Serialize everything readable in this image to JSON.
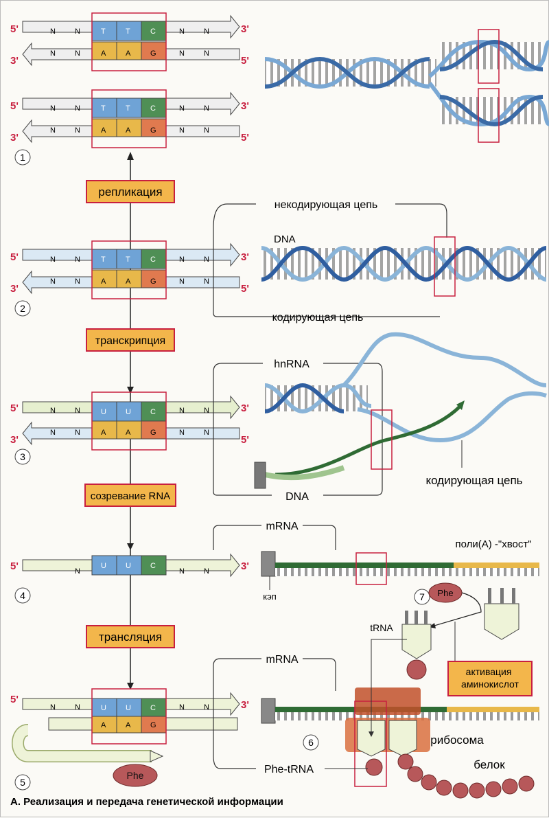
{
  "caption": "А. Реализация и передача генетической информации",
  "strand_ends": {
    "five": "5'",
    "three": "3'"
  },
  "base_placeholder": "N",
  "steps": [
    {
      "number": "1",
      "rows": [
        {
          "top": [
            "T",
            "T",
            "C"
          ],
          "bottom": [
            "A",
            "A",
            "G"
          ]
        },
        {
          "top": [
            "T",
            "T",
            "C"
          ],
          "bottom": [
            "A",
            "A",
            "G"
          ]
        }
      ]
    },
    {
      "number": "2",
      "rows": [
        {
          "top": [
            "T",
            "T",
            "C"
          ],
          "bottom": [
            "A",
            "A",
            "G"
          ]
        }
      ]
    },
    {
      "number": "3",
      "rows": [
        {
          "top": [
            "U",
            "U",
            "C"
          ],
          "bottom": [
            "A",
            "A",
            "G"
          ]
        }
      ]
    },
    {
      "number": "4",
      "rows": [
        {
          "top": [
            "U",
            "U",
            "C"
          ],
          "bottom": []
        }
      ]
    },
    {
      "number": "5",
      "rows": [
        {
          "top": [
            "U",
            "U",
            "C"
          ],
          "bottom": [
            "A",
            "A",
            "G"
          ]
        }
      ]
    }
  ],
  "processes": [
    "репликация",
    "транскрипция",
    "созревание RNA",
    "трансляция"
  ],
  "labels": {
    "noncoding_strand": "некодирующая цепь",
    "coding_strand": "кодирующая цепь",
    "dna": "DNA",
    "hnrna": "hnRNA",
    "dna2": "DNA",
    "coding_strand2": "кодирующая цепь",
    "mrna": "mRNA",
    "polya": "поли(А) -\"хвост\"",
    "cap": "кэп",
    "trna": "tRNA",
    "phe": "Phe",
    "activation": "активация аминокислот",
    "mrna2": "mRNA",
    "ribosome": "рибосома",
    "protein": "белок",
    "phe_trna": "Phe-tRNA",
    "step6": "6",
    "step7": "7",
    "phe2": "Phe"
  },
  "colors": {
    "dna_blue": "#8ab4d8",
    "rna_green": "#4f8a45",
    "base_t": "#6fa3d6",
    "base_a": "#e8b84a",
    "base_c": "#4f8f55",
    "base_g": "#e07a4f",
    "highlight": "#d1204a",
    "process_box": "#f3b64b"
  }
}
